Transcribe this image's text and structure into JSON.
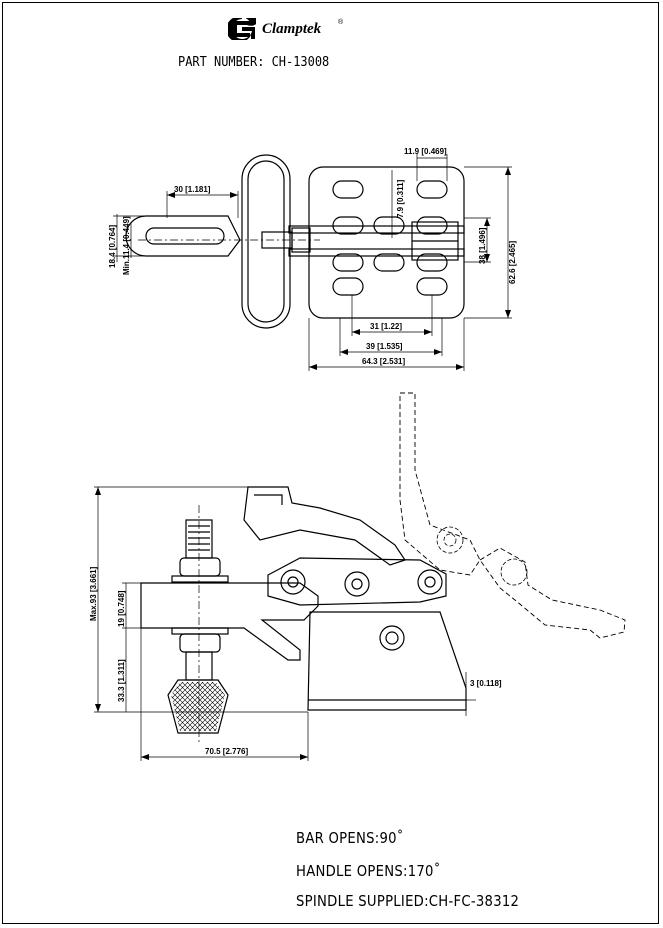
{
  "header": {
    "brand_name": "Clamptek",
    "registered_mark": "®",
    "part_number_label": "PART NUMBER:",
    "part_number": "CH-13008"
  },
  "top_view_dims": {
    "d_11_9": "11.9 [0.469]",
    "d_30": "30 [1.181]",
    "d_7_9": "7.9 [0.311]",
    "d_18_4": "18.4 [0.764]",
    "d_min_11_4": "Min.11.4 [0.449]",
    "d_38": "38 [1.496]",
    "d_62_6": "62.6 [2.465]",
    "d_31": "31 [1.22]",
    "d_39": "39 [1.535]",
    "d_64_3": "64.3 [2.531]"
  },
  "side_view_dims": {
    "d_max_93": "Max.93 [3.661]",
    "d_19": "19 [0.748]",
    "d_33_3": "33.3 [1.311]",
    "d_3": "3 [0.118]",
    "d_70_5": "70.5 [2.776]"
  },
  "specs": {
    "bar_opens": "BAR OPENS:90˚",
    "handle_opens": "HANDLE OPENS:170˚",
    "spindle": "SPINDLE SUPPLIED:CH-FC-38312"
  },
  "colors": {
    "line": "#000000",
    "background": "#ffffff"
  }
}
